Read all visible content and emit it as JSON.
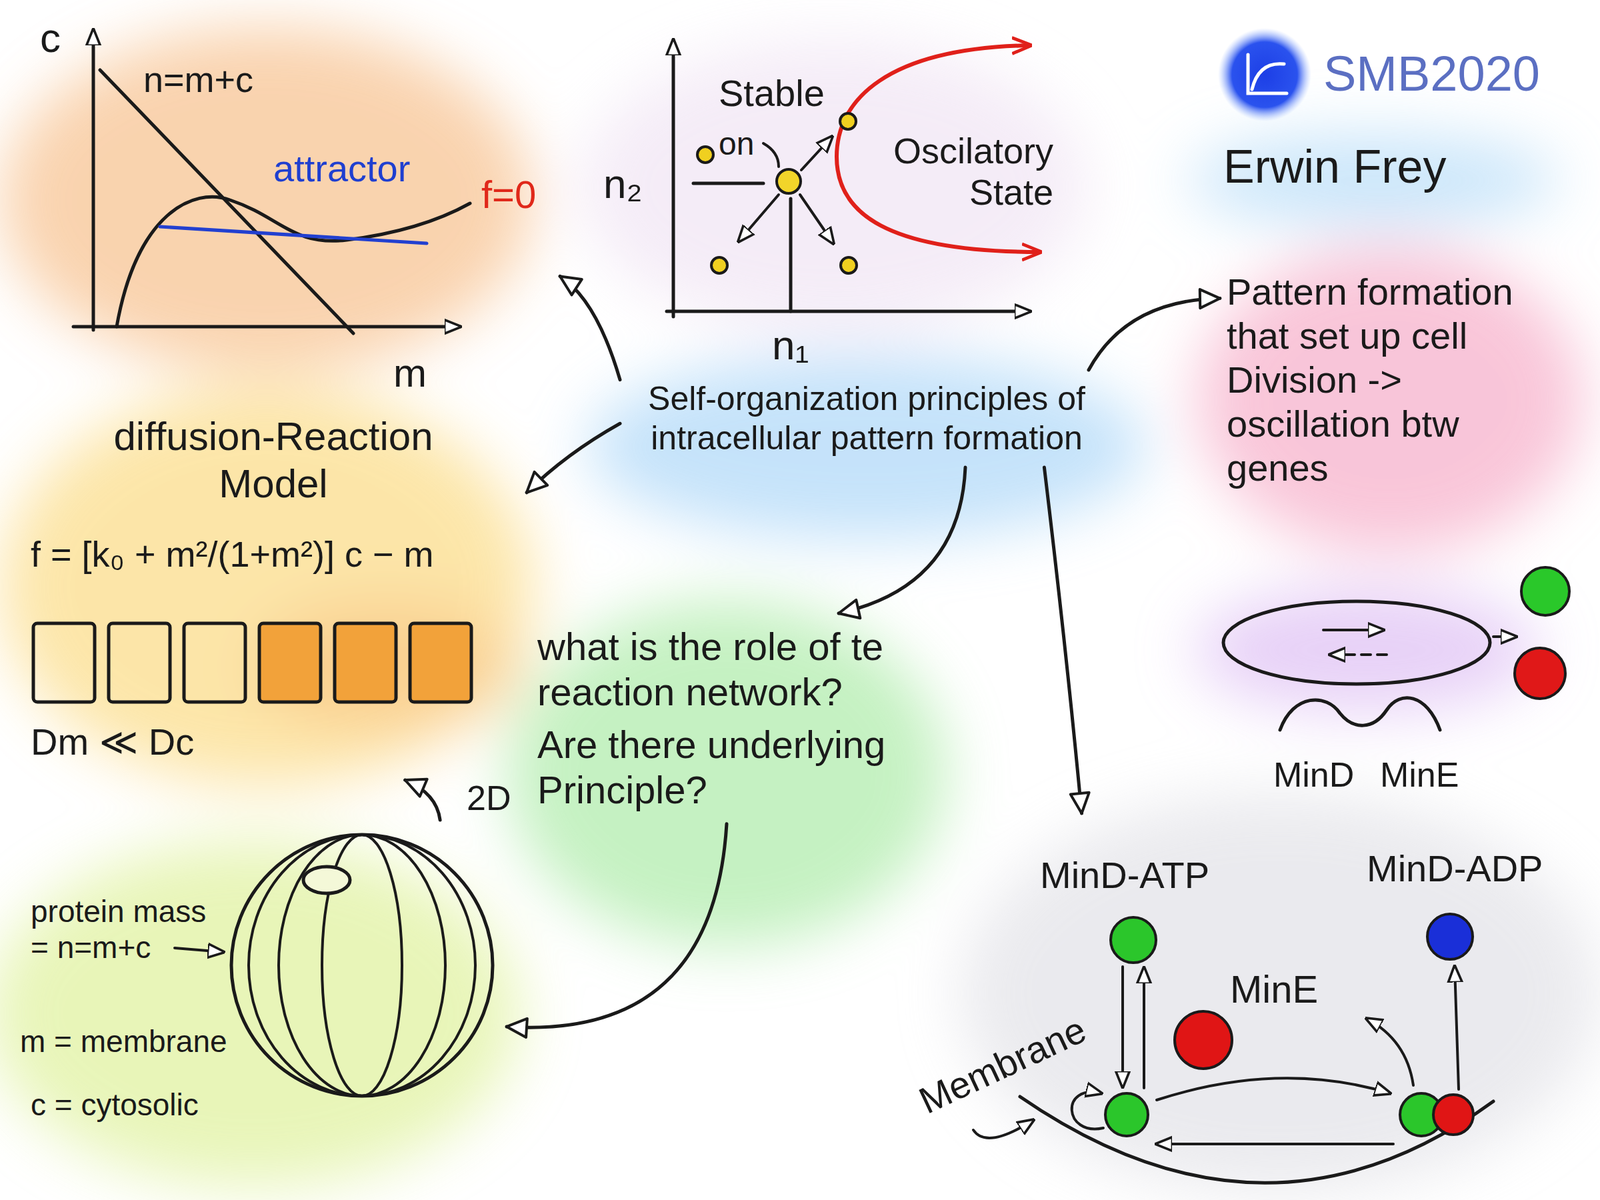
{
  "diagram": {
    "nodes": [
      {
        "text": [
          "c",
          "n=m+c",
          "attractor",
          "f=0",
          "m"
        ]
      },
      {
        "text": [
          "Self-organization principles of intracellular pattern formation"
        ]
      },
      {
        "text": [
          "diffusion-Reaction Model",
          "f = [k₀ + m²/(1+m²)] c − m",
          "Dm ≪ Dc"
        ]
      },
      {
        "text": [
          "Pattern formation that set up cell Division -> oscillation btw genes"
        ]
      },
      {
        "text": [
          "MinD",
          "MinE"
        ]
      },
      {
        "text": [
          "what is the role of te reaction network?",
          "Are there underlying Principle?"
        ]
      },
      {
        "text": [
          "protein mass = n=m+c",
          "m = membrane",
          "c = cytosolic"
        ]
      },
      {
        "text": [
          "Membrane"
        ]
      },
      {
        "text": [
          "MinD-ATP"
        ],
        "in": 7
      },
      {
        "text": [
          "MinD-ADP"
        ],
        "in": 7
      },
      {
        "text": [
          "MinE"
        ],
        "in": 7
      }
    ],
    "edges": [
      {
        "from": 1,
        "to": 0,
        "arrow": "to"
      },
      {
        "from": 1,
        "to": 2,
        "arrow": "to"
      },
      {
        "from": 1,
        "to": 3,
        "arrow": "to"
      },
      {
        "from": 1,
        "to": 5,
        "arrow": "to"
      },
      {
        "from": 1,
        "to": 7,
        "arrow": "to"
      },
      {
        "from": 5,
        "to": 6,
        "arrow": "to"
      },
      {
        "from": 6,
        "to": 2,
        "label": "2D",
        "arrow": "to"
      }
    ],
    "labels": [
      "SMB2020",
      "Erwin Frey",
      "Stable",
      "on",
      "n₂",
      "n₁",
      "Oscilatory State"
    ]
  }
}
